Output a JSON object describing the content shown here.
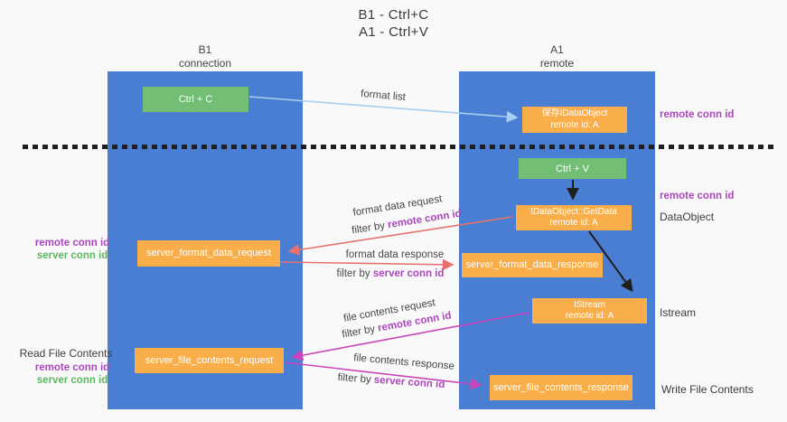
{
  "title": {
    "line1": "B1 - Ctrl+C",
    "line2": "A1 - Ctrl+V"
  },
  "columns": {
    "left": {
      "name": "B1",
      "subtitle": "connection"
    },
    "right": {
      "name": "A1",
      "subtitle": "remote"
    }
  },
  "boxes": {
    "ctrl_c": {
      "label": "Ctrl + C"
    },
    "ctrl_v": {
      "label": "Ctrl + V"
    },
    "save_dataobject": {
      "line1": "保存IDataObject",
      "line2": "remote id: A"
    },
    "getdata": {
      "line1": "IDataObject::GetData",
      "line2": "remote id: A"
    },
    "istream": {
      "line1": "IStream",
      "line2": "remote id: A"
    },
    "server_format_data_request": {
      "label": "server_format_data_request"
    },
    "server_format_data_response": {
      "label": "server_format_data_response"
    },
    "server_file_contents_request": {
      "label": "server_file_contents_request"
    },
    "server_file_contents_response": {
      "label": "server_file_contents_response"
    }
  },
  "side_labels": {
    "right_remote_conn_id_top": "remote conn id",
    "right_remote_conn_id_mid": "remote conn id",
    "right_dataobject": "DataObject",
    "right_istream": "Istream",
    "right_write_file_contents": "Write File Contents",
    "left_remote_conn_id_1": "remote conn id",
    "left_server_conn_id_1": "server conn id",
    "left_read_file_contents": "Read File Contents",
    "left_remote_conn_id_2": "remote conn id",
    "left_server_conn_id_2": "server conn id"
  },
  "arrow_labels": {
    "format_list": "format list",
    "format_data_request": "format data request",
    "format_data_response": "format data response",
    "file_contents_request": "file contents request",
    "file_contents_response": "file contents response",
    "filter_by": "filter by ",
    "keyword_remote": "remote conn id",
    "keyword_server": "server conn id"
  },
  "colors": {
    "lifeline_blue": "#4a7ed2",
    "box_green": "#71be74",
    "box_orange": "#f9ae4a",
    "text_purple": "#ab47bc",
    "text_green": "#5cb860",
    "arrow_light_blue": "#a8cfee",
    "arrow_red": "#e87170",
    "arrow_magenta": "#cc44bb",
    "arrow_black": "#1f1f1f",
    "background": "#f9f9f9"
  }
}
